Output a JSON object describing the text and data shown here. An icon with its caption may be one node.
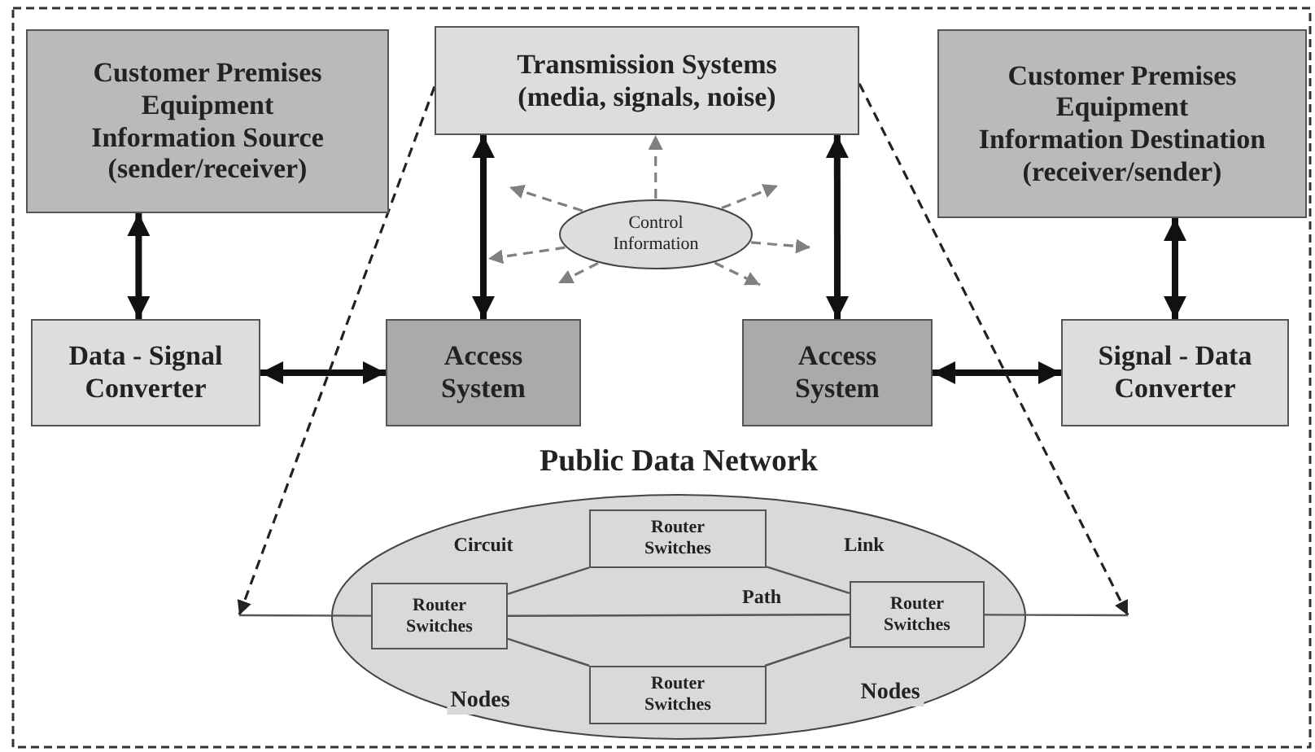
{
  "diagram": {
    "nodes": [
      {
        "text": [
          "Customer Premises Equipment",
          "Information Source (sender/receiver)"
        ]
      },
      {
        "text": [
          "Transmission Systems",
          "(media, signals, noise)"
        ]
      },
      {
        "text": [
          "Customer Premises Equipment",
          "Information Destination (receiver/sender)"
        ]
      },
      {
        "text": [
          "Data - Signal Converter"
        ]
      },
      {
        "text": [
          "Access System"
        ]
      },
      {
        "text": [
          "Control Information"
        ]
      },
      {
        "text": [
          "Access System"
        ]
      },
      {
        "text": [
          "Signal - Data Converter"
        ]
      },
      {
        "text": [
          "Public Data Network"
        ]
      },
      {
        "text": [
          "Router Switches"
        ],
        "in": 8
      },
      {
        "text": [
          "Router Switches"
        ],
        "in": 8
      },
      {
        "text": [
          "Router Switches"
        ],
        "in": 8
      },
      {
        "text": [
          "Router Switches"
        ],
        "in": 8
      }
    ],
    "edges": [
      {
        "from": 0,
        "to": 3,
        "arrow": "both",
        "style": "thick",
        "color": "#111111"
      },
      {
        "from": 3,
        "to": 4,
        "arrow": "both",
        "style": "thick",
        "color": "#111111"
      },
      {
        "from": 1,
        "to": 4,
        "arrow": "both",
        "style": "thick",
        "color": "#111111"
      },
      {
        "from": 1,
        "to": 6,
        "arrow": "both",
        "style": "thick",
        "color": "#111111"
      },
      {
        "from": 6,
        "to": 7,
        "arrow": "both",
        "style": "thick",
        "color": "#111111"
      },
      {
        "from": 2,
        "to": 7,
        "arrow": "both",
        "style": "thick",
        "color": "#111111"
      },
      {
        "from": 5,
        "to": 1,
        "arrow": "to",
        "style": "dashed",
        "color": "#808080"
      },
      {
        "from": 5,
        "to": null,
        "arrow": "to",
        "style": "dashed",
        "color": "#808080"
      },
      {
        "from": 5,
        "to": null,
        "arrow": "to",
        "style": "dashed",
        "color": "#808080"
      },
      {
        "from": 5,
        "to": null,
        "arrow": "to",
        "style": "dashed",
        "color": "#808080"
      },
      {
        "from": 5,
        "to": null,
        "arrow": "to",
        "style": "dashed",
        "color": "#808080"
      },
      {
        "from": 5,
        "to": null,
        "arrow": "to",
        "style": "dashed",
        "color": "#808080"
      },
      {
        "from": 5,
        "to": null,
        "arrow": "to",
        "style": "dashed",
        "color": "#808080"
      },
      {
        "from": 1,
        "to": null,
        "arrow": "to",
        "style": "dashed",
        "color": "#222222"
      },
      {
        "from": 1,
        "to": null,
        "arrow": "to",
        "style": "dashed",
        "color": "#222222"
      },
      {
        "from": null,
        "to": 10,
        "arrow": "none"
      },
      {
        "from": 10,
        "to": 9,
        "arrow": "none",
        "label": "Circuit"
      },
      {
        "from": 9,
        "to": 11,
        "arrow": "none",
        "label": "Link"
      },
      {
        "from": 10,
        "to": 11,
        "arrow": "none",
        "label": "Path"
      },
      {
        "from": 10,
        "to": 12,
        "arrow": "none"
      },
      {
        "from": 12,
        "to": 11,
        "arrow": "none"
      },
      {
        "from": 11,
        "to": null,
        "arrow": "none"
      }
    ],
    "labels": [
      "Nodes",
      "Nodes"
    ]
  }
}
